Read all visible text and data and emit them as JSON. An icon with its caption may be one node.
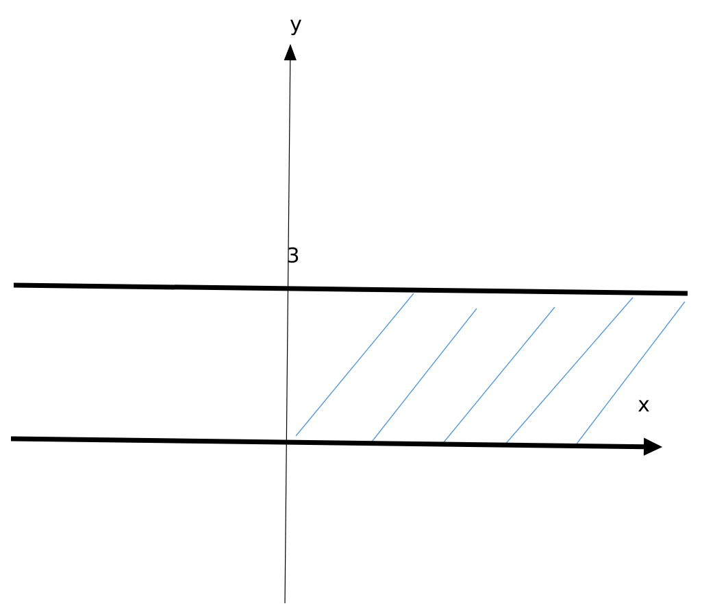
{
  "diagram": {
    "labels": [
      "y",
      "3",
      "x"
    ]
  }
}
